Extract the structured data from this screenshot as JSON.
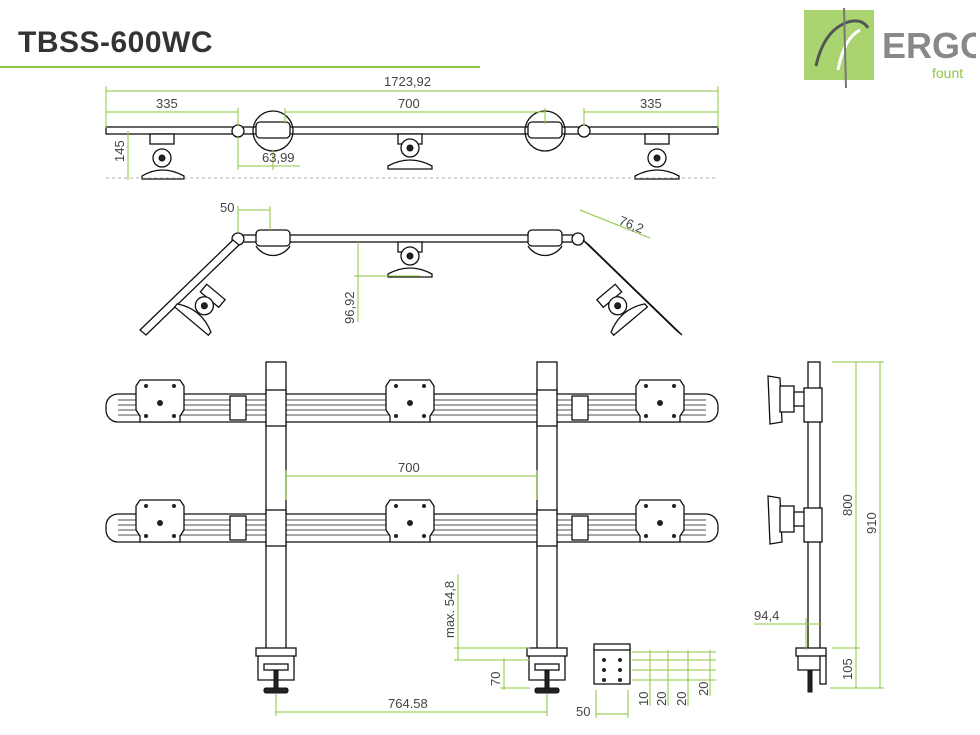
{
  "title": "TBSS-600WC",
  "brand": {
    "name": "ERGO",
    "sub": "fount",
    "accent": "#8dc63f",
    "text_color": "#888888"
  },
  "dimensions": {
    "top_total": "1723,92",
    "top_left": "335",
    "top_mid": "700",
    "top_right": "335",
    "top_height": "145",
    "top_offset": "63,99",
    "angled_offset": "50",
    "angled_end": "76,2",
    "angled_depth": "96,92",
    "front_spacing": "700",
    "front_base": "764.58",
    "clamp_max": "max. 54,8",
    "clamp_height": "70",
    "plate_width": "50",
    "plate_a": "10",
    "plate_b": "20",
    "plate_c": "20",
    "plate_d": "20",
    "side_height_800": "800",
    "side_height_910": "910",
    "side_depth": "94,4",
    "side_bottom": "105"
  }
}
